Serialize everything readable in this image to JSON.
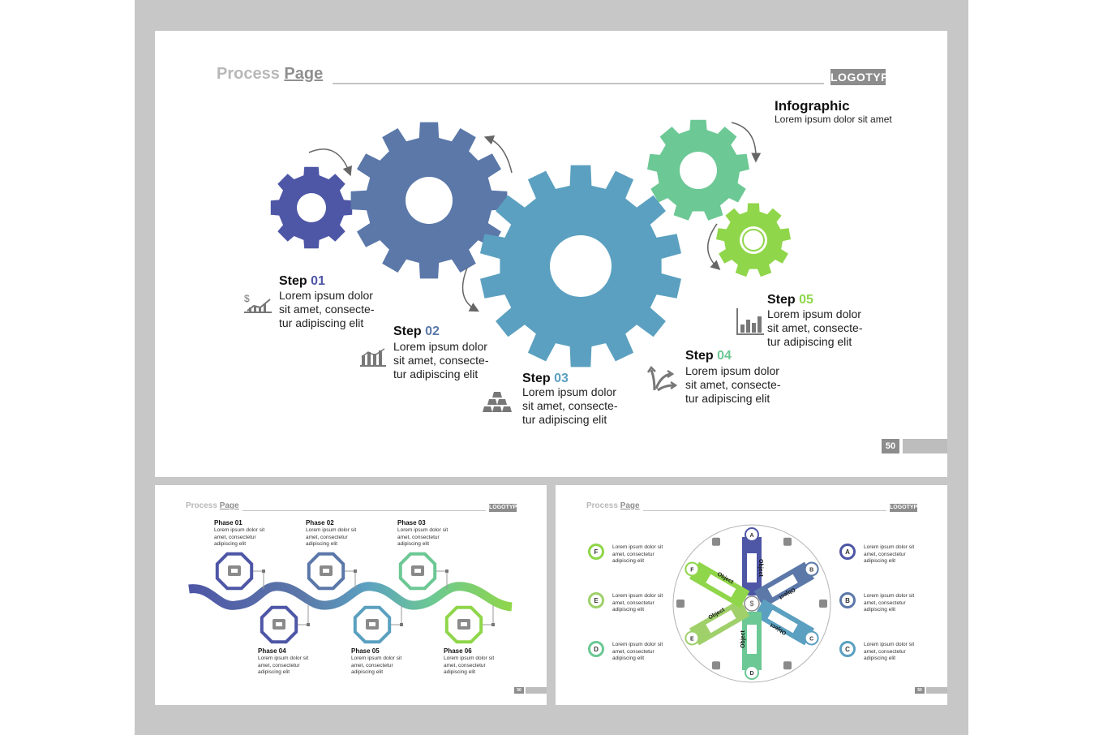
{
  "colors": {
    "frame": "#c8c7c8",
    "gear1": "#4e56a6",
    "gear2": "#5b78a9",
    "gear3": "#5ba0c0",
    "gear4": "#6cc894",
    "gear5": "#8fd64a",
    "step1": "#4e56a6",
    "step2": "#5b78a9",
    "step3": "#5ba0c0",
    "step4": "#6cc894",
    "step5": "#8fd64a"
  },
  "main": {
    "title_part1": "Process ",
    "title_part2": "Page",
    "logotype": "LOGOTYPE",
    "page_number": "50",
    "infographic_title": "Infographic",
    "infographic_sub": "Lorem ipsum dolor sit amet",
    "steps": [
      {
        "word": "Step ",
        "num": "01",
        "text": "Lorem ipsum dolor sit amet, consecte-tur adipiscing elit",
        "icon": "growth-chart-icon"
      },
      {
        "word": "Step ",
        "num": "02",
        "text": "Lorem ipsum dolor sit amet, consecte-tur adipiscing elit",
        "icon": "bar-graph-icon"
      },
      {
        "word": "Step ",
        "num": "03",
        "text": "Lorem ipsum dolor sit amet, consecte-tur adipiscing elit",
        "icon": "gold-bars-icon"
      },
      {
        "word": "Step ",
        "num": "04",
        "text": "Lorem ipsum dolor sit amet, consecte-tur adipiscing elit",
        "icon": "split-arrows-icon"
      },
      {
        "word": "Step ",
        "num": "05",
        "text": "Lorem ipsum dolor sit amet, consecte-tur adipiscing elit",
        "icon": "column-chart-icon"
      }
    ]
  },
  "left": {
    "title_part1": "Process ",
    "title_part2": "Page",
    "logotype": "LOGOTYPE",
    "page_number": "50",
    "phases": [
      {
        "label": "Phase 01",
        "text": "Lorem ipsum dolor sit amet, consectetur adipiscing elit",
        "icon": "briefcase-icon"
      },
      {
        "label": "Phase 02",
        "text": "Lorem ipsum dolor sit amet, consectetur adipiscing elit",
        "icon": "dollar-document-icon"
      },
      {
        "label": "Phase 03",
        "text": "Lorem ipsum dolor sit amet, consectetur adipiscing elit",
        "icon": "bar-chart-icon"
      },
      {
        "label": "Phase 04",
        "text": "Lorem ipsum dolor sit amet, consectetur adipiscing elit",
        "icon": "checkbox-icon"
      },
      {
        "label": "Phase 05",
        "text": "Lorem ipsum dolor sit amet, consectetur adipiscing elit",
        "icon": "pie-chart-icon"
      },
      {
        "label": "Phase 06",
        "text": "Lorem ipsum dolor sit amet, consectetur adipiscing elit",
        "icon": "presenter-icon"
      }
    ]
  },
  "right": {
    "title_part1": "Process ",
    "title_part2": "Page",
    "logotype": "LOGOTYPE",
    "page_number": "50",
    "center_label": "Object",
    "letters": [
      "A",
      "B",
      "C",
      "D",
      "E",
      "F"
    ],
    "legend": [
      {
        "letter": "F",
        "text": "Lorem ipsum dolor sit amet, consectetur adipiscing elit"
      },
      {
        "letter": "E",
        "text": "Lorem ipsum dolor sit amet, consectetur adipiscing elit"
      },
      {
        "letter": "D",
        "text": "Lorem ipsum dolor sit amet, consectetur adipiscing elit"
      },
      {
        "letter": "A",
        "text": "Lorem ipsum dolor sit amet, consectetur adipiscing elit"
      },
      {
        "letter": "B",
        "text": "Lorem ipsum dolor sit amet, consectetur adipiscing elit"
      },
      {
        "letter": "C",
        "text": "Lorem ipsum dolor sit amet, consectetur adipiscing elit"
      }
    ]
  }
}
